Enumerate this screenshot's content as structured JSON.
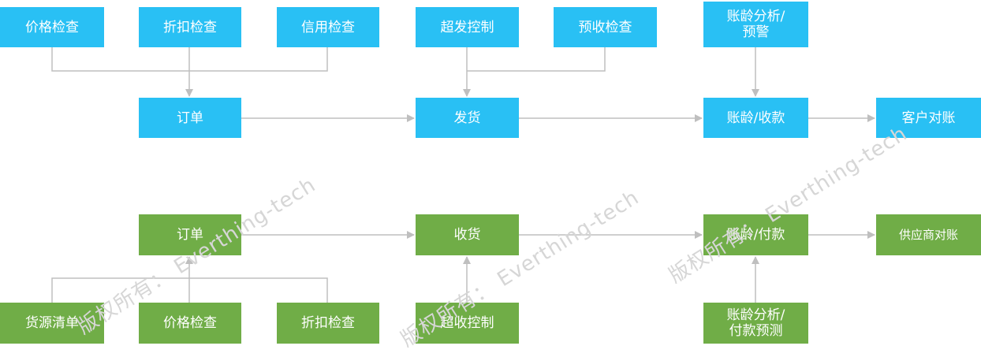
{
  "sales": {
    "checks": [
      "价格检查",
      "折扣检查",
      "信用检查",
      "超发控制",
      "预收检查"
    ],
    "aging_warning": [
      "账龄分析/",
      "预警"
    ],
    "order": "订单",
    "ship": "发货",
    "aging_collect": "账龄/收款",
    "customer_reconcile": "客户对账"
  },
  "purchase": {
    "order": "订单",
    "receive": "收货",
    "aging_pay": "账龄/付款",
    "supplier_reconcile": "供应商对账",
    "checks": [
      "货源清单",
      "价格检查",
      "折扣检查"
    ],
    "over_receive": "超收控制",
    "aging_forecast": [
      "账龄分析/",
      "付款预测"
    ]
  },
  "watermark": "版权所有： Everthing-tech",
  "colors": {
    "blue": "#29c0f4",
    "green": "#70ad47",
    "line": "#bfbfbf"
  }
}
